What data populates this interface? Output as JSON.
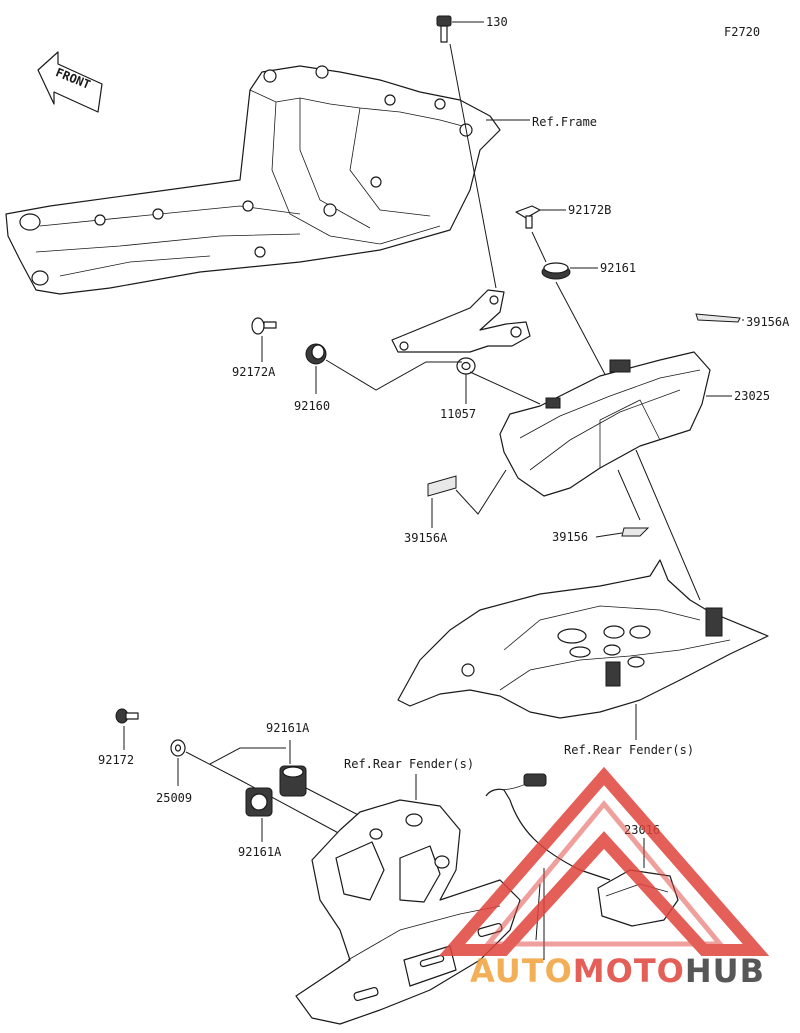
{
  "figure": {
    "code": "F2720",
    "front_label": "FRONT"
  },
  "labels": {
    "bolt_130": "130",
    "ref_frame": "Ref.Frame",
    "bolt_92172B": "92172B",
    "grommet_92161": "92161",
    "label_39156A_top": "39156A",
    "bolt_92172A": "92172A",
    "collar_92160": "92160",
    "bracket_11057": "11057",
    "tail_lamp_23025": "23025",
    "label_39156A_left": "39156A",
    "label_39156": "39156",
    "ref_rear_fender_upper": "Ref.Rear Fender(s)",
    "bolt_92172": "92172",
    "washer_25009": "25009",
    "grommet_92161A_top": "92161A",
    "grommet_92161A_bottom": "92161A",
    "ref_rear_fender_lower": "Ref.Rear Fender(s)",
    "lamp_23016": "23016"
  },
  "watermark": {
    "part1": "AUTO",
    "part2": "MOTO",
    "part3": "HUB",
    "color_red": "#e0443c",
    "color_orange": "#f2a23a",
    "color_dark": "#3a3a3a"
  }
}
